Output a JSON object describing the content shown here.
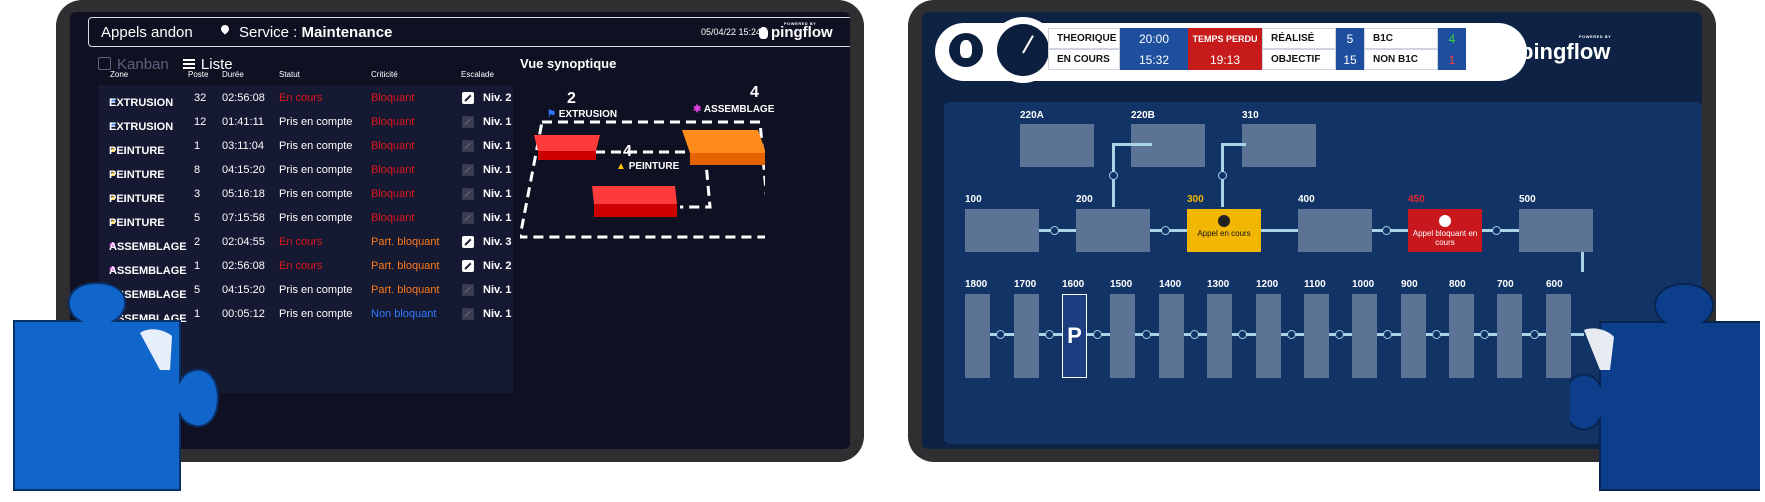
{
  "left_screen": {
    "header": {
      "title": "Appels andon",
      "service_label": "Service :",
      "service_value": "Maintenance",
      "datetime": "05/04/22 15:24",
      "powered_by": "POWERED BY",
      "brand": "pingflow"
    },
    "tabs": [
      {
        "label": "Kanban",
        "active": false
      },
      {
        "label": "Liste",
        "active": true
      }
    ],
    "columns": [
      "Zone",
      "Poste",
      "Durée",
      "Statut",
      "Criticité",
      "Escalade"
    ],
    "rows": [
      {
        "zone": "EXTRUSION",
        "icon": "extrusion-icon",
        "poste": "32",
        "duree": "02:56:08",
        "statut": "En cours",
        "criticite": "Bloquant",
        "escalade_checked": true,
        "niveau": "Niv. 2"
      },
      {
        "zone": "EXTRUSION",
        "icon": "extrusion-icon",
        "poste": "12",
        "duree": "01:41:11",
        "statut": "Pris en compte",
        "criticite": "Bloquant",
        "escalade_checked": false,
        "niveau": "Niv. 1"
      },
      {
        "zone": "PEINTURE",
        "icon": "paint-roller-icon",
        "poste": "1",
        "duree": "03:11:04",
        "statut": "Pris en compte",
        "criticite": "Bloquant",
        "escalade_checked": false,
        "niveau": "Niv. 1"
      },
      {
        "zone": "PEINTURE",
        "icon": "paint-roller-icon",
        "poste": "8",
        "duree": "04:15:20",
        "statut": "Pris en compte",
        "criticite": "Bloquant",
        "escalade_checked": false,
        "niveau": "Niv. 1"
      },
      {
        "zone": "PEINTURE",
        "icon": "paint-roller-icon",
        "poste": "3",
        "duree": "05:16:18",
        "statut": "Pris en compte",
        "criticite": "Bloquant",
        "escalade_checked": false,
        "niveau": "Niv. 1"
      },
      {
        "zone": "PEINTURE",
        "icon": "paint-roller-icon",
        "poste": "5",
        "duree": "07:15:58",
        "statut": "Pris en compte",
        "criticite": "Bloquant",
        "escalade_checked": false,
        "niveau": "Niv. 1"
      },
      {
        "zone": "ASSEMBLAGE",
        "icon": "puzzle-icon",
        "poste": "2",
        "duree": "02:04:55",
        "statut": "En cours",
        "criticite": "Part. bloquant",
        "escalade_checked": true,
        "niveau": "Niv. 3"
      },
      {
        "zone": "ASSEMBLAGE",
        "icon": "puzzle-icon",
        "poste": "1",
        "duree": "02:56:08",
        "statut": "En cours",
        "criticite": "Part. bloquant",
        "escalade_checked": true,
        "niveau": "Niv. 2"
      },
      {
        "zone": "ASSEMBLAGE",
        "icon": "puzzle-icon",
        "poste": "5",
        "duree": "04:15:20",
        "statut": "Pris en compte",
        "criticite": "Part. bloquant",
        "escalade_checked": false,
        "niveau": "Niv. 1"
      },
      {
        "zone": "ASSEMBLAGE",
        "icon": "puzzle-icon",
        "poste": "1",
        "duree": "00:05:12",
        "statut": "Pris en compte",
        "criticite": "Non bloquant",
        "escalade_checked": false,
        "niveau": "Niv. 1"
      }
    ],
    "synoptic": {
      "title": "Vue synoptique",
      "zones": [
        {
          "label": "EXTRUSION",
          "count": "2"
        },
        {
          "label": "ASSEMBLAGE",
          "count": "4"
        },
        {
          "label": "PEINTURE",
          "count": "4"
        }
      ]
    }
  },
  "right_screen": {
    "kpi": {
      "theorique_label": "THEORIQUE",
      "theorique_value": "20:00",
      "en_cours_label": "EN COURS",
      "en_cours_value": "15:32",
      "temps_perdu_label": "TEMPS PERDU",
      "temps_perdu_value": "19:13",
      "realise_label": "RÉALISÉ",
      "realise_value": "5",
      "objectif_label": "OBJECTIF",
      "objectif_value": "15",
      "b1c_label": "B1C",
      "b1c_value": "4",
      "non_b1c_label": "NON B1C",
      "non_b1c_value": "1"
    },
    "brand": {
      "powered_by": "POWERED BY",
      "name": "pingflow"
    },
    "stations_top": [
      "220A",
      "220B",
      "310"
    ],
    "stations_mid": [
      "100",
      "200",
      "300",
      "400",
      "450",
      "500"
    ],
    "stations_bottom": [
      "1800",
      "1700",
      "1600",
      "1500",
      "1400",
      "1300",
      "1200",
      "1100",
      "1000",
      "900",
      "800",
      "700",
      "600"
    ],
    "alerts": {
      "s300": "Appel en cours",
      "s450": "Appel bloquant en cours"
    },
    "parking_label": "P"
  },
  "colors": {
    "left_bg": "#0f1122",
    "list_bg": "#151932",
    "red": "#e0161c",
    "orange": "#ff7a1a",
    "blue_text": "#2f7bff",
    "map_bg": "#123366",
    "station": "#5d7395",
    "alert_yellow": "#f2b705",
    "alert_red": "#c8171d",
    "puzzle_blue": "#1166cc",
    "puzzle_dark": "#0c3e8c"
  }
}
